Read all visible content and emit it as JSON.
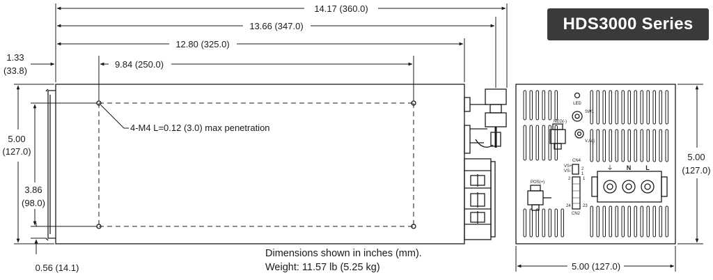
{
  "badge": {
    "title": "HDS3000 Series"
  },
  "dimensions": {
    "overall_length": "14.17 (360.0)",
    "length_to_terminals": "13.66 (347.0)",
    "case_length": "12.80 (325.0)",
    "hole_spacing": "9.84 (250.0)",
    "flange_offset_in": "1.33",
    "flange_offset_mm": "(33.8)",
    "height_in": "5.00",
    "height_mm": "(127.0)",
    "hole_vertical_in": "3.86",
    "hole_vertical_mm": "(98.0)",
    "bottom_offset": "0.56 (14.1)",
    "mount_callout": "4-M4 L=0.12 (3.0) max penetration",
    "front_height_in": "5.00",
    "front_height_mm": "(127.0)",
    "front_width": "5.00 (127.0)"
  },
  "front_panel_labels": {
    "led": "LED",
    "sw1": "SW1",
    "neg": "NEG(-)",
    "vadj": "V.Adj",
    "cn4": "CN4",
    "vs_plus": "VS+",
    "vs_minus": "VS-",
    "pin2a": "2",
    "pin1a": "1",
    "pin2b": "2",
    "pin1b": "1",
    "pos": "POS(+)",
    "pin24": "24",
    "pin23": "23",
    "cn2": "CN2",
    "ground": "⏚",
    "neutral": "N",
    "line": "L"
  },
  "notes": {
    "line1": "Dimensions shown in inches (mm).",
    "line2": "Weight: 11.57 lb (5.25 kg)"
  }
}
